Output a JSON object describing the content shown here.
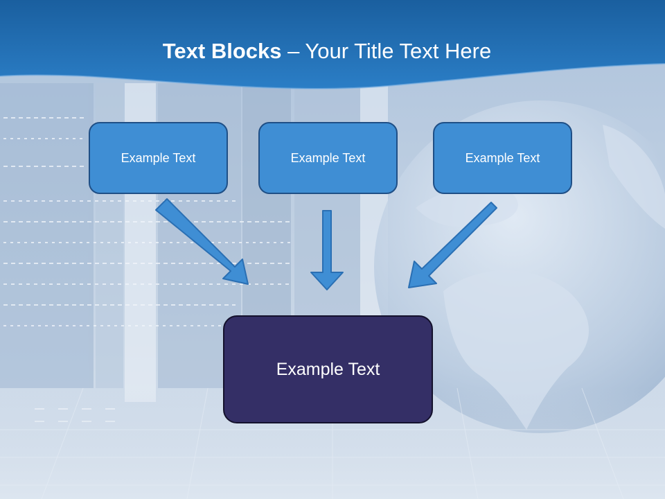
{
  "title": {
    "bold": "Text Blocks",
    "separator": " – ",
    "rest": "Your Title Text Here"
  },
  "boxes": {
    "left": "Example Text",
    "center": "Example Text",
    "right": "Example Text",
    "bottom": "Example Text"
  },
  "colors": {
    "header": "#1f66ad",
    "small_box_fill": "#3f8ed4",
    "small_box_border": "#1f4f86",
    "big_box_fill": "#342f66",
    "arrow_fill": "#3f8ed4"
  }
}
